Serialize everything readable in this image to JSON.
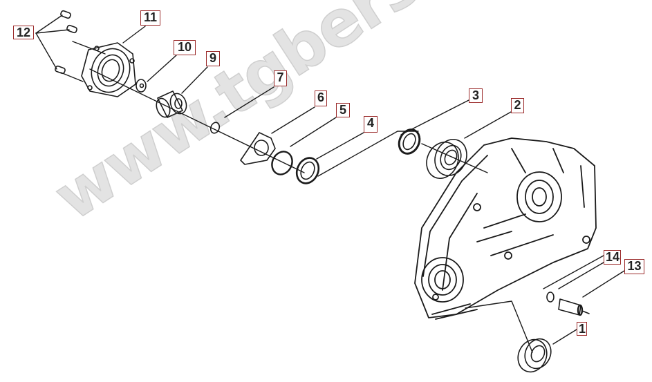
{
  "diagram": {
    "type": "exploded-parts-diagram",
    "subject": "gearbox / transmission cover assembly",
    "watermark": "www.tgbersatzteile.de",
    "colors": {
      "background": "#ffffff",
      "line_art": "#1a1a1a",
      "callout_border": "#9b2a2a",
      "watermark": "#e0e0e0"
    },
    "callouts": [
      {
        "label": "1",
        "part": "bearing (lower)"
      },
      {
        "label": "2",
        "part": "bearing"
      },
      {
        "label": "3",
        "part": "oil seal"
      },
      {
        "label": "4",
        "part": "oil seal (small)"
      },
      {
        "label": "5",
        "part": "o-ring"
      },
      {
        "label": "6",
        "part": "plate / retainer"
      },
      {
        "label": "7",
        "part": "o-ring (small)"
      },
      {
        "label": "9",
        "part": "bushing / collar"
      },
      {
        "label": "10",
        "part": "washer"
      },
      {
        "label": "11",
        "part": "bearing housing flange"
      },
      {
        "label": "12",
        "part": "bolts (3)"
      },
      {
        "label": "13",
        "part": "dowel pin"
      },
      {
        "label": "14",
        "part": "washer"
      }
    ]
  }
}
